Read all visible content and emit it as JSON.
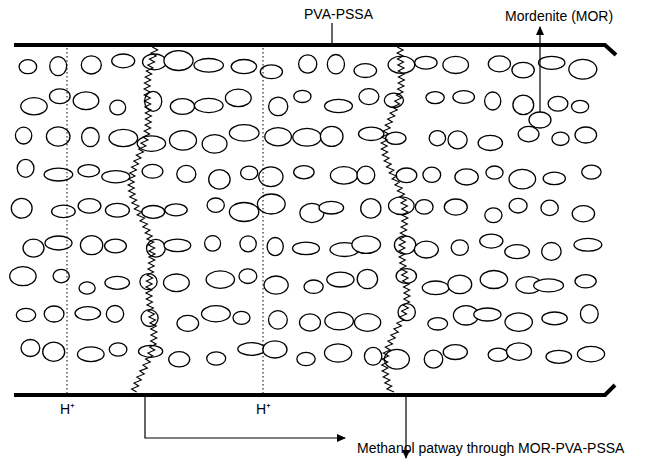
{
  "diagram": {
    "labels": [
      "PVA-PSSA",
      "Mordenite (MOR)",
      "H⁺",
      "H⁺",
      "Methanol patway through MOR-PVA-PSSA"
    ]
  }
}
